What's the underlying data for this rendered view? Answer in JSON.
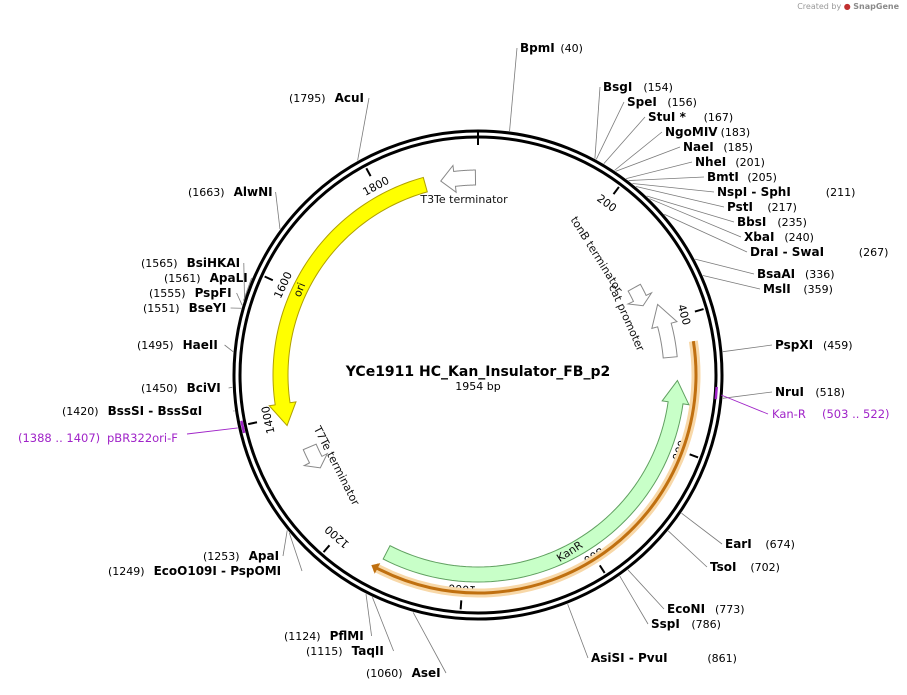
{
  "credit": {
    "prefix": "Created by",
    "brand": "SnapGene"
  },
  "plasmid": {
    "name": "YCe1911 HC_Kan_Insulator_FB_p2",
    "length_label": "1954 bp",
    "length": 1954
  },
  "ticks": [
    {
      "pos": 200,
      "label": "200"
    },
    {
      "pos": 400,
      "label": "400"
    },
    {
      "pos": 600,
      "label": "600"
    },
    {
      "pos": 800,
      "label": "800"
    },
    {
      "pos": 1000,
      "label": "1000"
    },
    {
      "pos": 1200,
      "label": "1200"
    },
    {
      "pos": 1400,
      "label": "1400"
    },
    {
      "pos": 1600,
      "label": "1600"
    },
    {
      "pos": 1800,
      "label": "1800"
    }
  ],
  "features": [
    {
      "name": "ori",
      "color": "#ffff00",
      "stroke": "#b0a000",
      "start": 1385,
      "end": 1870,
      "dir": "reverse"
    },
    {
      "name": "KanR",
      "color": "#c8ffc8",
      "stroke": "#60a060",
      "start": 497,
      "end": 1125,
      "dir": "reverse"
    },
    {
      "name": "T3Te terminator",
      "color": "#ffffff",
      "stroke": "#888888",
      "start": 1895,
      "end": 1950,
      "dir": "reverse"
    },
    {
      "name": "tonB terminator",
      "color": "#ffffff",
      "stroke": "#888888",
      "start": 330,
      "end": 365,
      "dir": "forward"
    },
    {
      "name": "cat promoter",
      "color": "#ffffff",
      "stroke": "#888888",
      "start": 372,
      "end": 460,
      "dir": "reverse"
    },
    {
      "name": "T7Te terminator",
      "color": "#ffffff",
      "stroke": "#888888",
      "start": 1300,
      "end": 1340,
      "dir": "reverse"
    }
  ],
  "orf": {
    "color": "#e8a030",
    "start": 440,
    "end": 1130
  },
  "sites": [
    {
      "name": "BpmI",
      "pos": "(40)"
    },
    {
      "name": "BsgI",
      "pos": "(154)"
    },
    {
      "name": "SpeI",
      "pos": "(156)"
    },
    {
      "name": "StuI *",
      "pos": "(167)"
    },
    {
      "name": "NgoMIV",
      "pos": "(183)"
    },
    {
      "name": "NaeI",
      "pos": "(185)"
    },
    {
      "name": "NheI",
      "pos": "(201)"
    },
    {
      "name": "BmtI",
      "pos": "(205)"
    },
    {
      "name": "NspI  -  SphI",
      "pos": "(211)"
    },
    {
      "name": "PstI",
      "pos": "(217)"
    },
    {
      "name": "BbsI",
      "pos": "(235)"
    },
    {
      "name": "XbaI",
      "pos": "(240)"
    },
    {
      "name": "DraI  -  SwaI",
      "pos": "(267)"
    },
    {
      "name": "BsaAI",
      "pos": "(336)"
    },
    {
      "name": "MslI",
      "pos": "(359)"
    },
    {
      "name": "PspXI",
      "pos": "(459)"
    },
    {
      "name": "NruI",
      "pos": "(518)"
    },
    {
      "name": "EarI",
      "pos": "(674)"
    },
    {
      "name": "TsoI",
      "pos": "(702)"
    },
    {
      "name": "EcoNI",
      "pos": "(773)"
    },
    {
      "name": "SspI",
      "pos": "(786)"
    },
    {
      "name": "AsiSI  -  PvuI",
      "pos": "(861)"
    },
    {
      "name": "AseI",
      "pos": "(1060)"
    },
    {
      "name": "TaqII",
      "pos": "(1115)"
    },
    {
      "name": "PflMI",
      "pos": "(1124)"
    },
    {
      "name": "EcoO109I  -  PspOMI",
      "pos": "(1249)"
    },
    {
      "name": "ApaI",
      "pos": "(1253)"
    },
    {
      "name": "BssSI  -  BssSαI",
      "pos": "(1420)"
    },
    {
      "name": "BciVI",
      "pos": "(1450)"
    },
    {
      "name": "HaeII",
      "pos": "(1495)"
    },
    {
      "name": "BseYI",
      "pos": "(1551)"
    },
    {
      "name": "PspFI",
      "pos": "(1555)"
    },
    {
      "name": "ApaLI",
      "pos": "(1561)"
    },
    {
      "name": "BsiHKAI",
      "pos": "(1565)"
    },
    {
      "name": "AlwNI",
      "pos": "(1663)"
    },
    {
      "name": "AcuI",
      "pos": "(1795)"
    }
  ],
  "primers": [
    {
      "name": "Kan-R",
      "range": "(503 .. 522)",
      "color": "#a024c8",
      "pos": 512
    },
    {
      "name": "pBR322ori-F",
      "range": "(1388 .. 1407)",
      "color": "#a024c8",
      "pos": 1398
    }
  ]
}
